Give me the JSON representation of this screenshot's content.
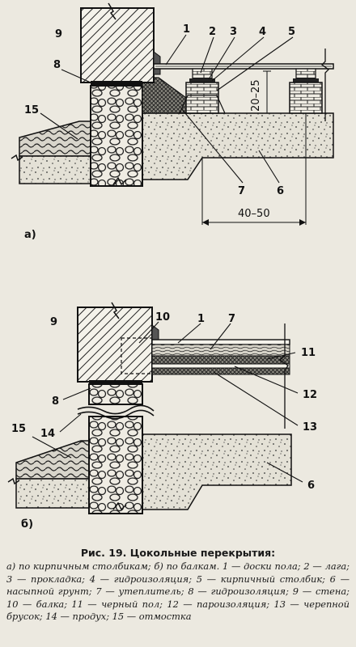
{
  "figure": {
    "panel_a": {
      "marker": "а)",
      "callouts": [
        "9",
        "1",
        "2",
        "3",
        "4",
        "5",
        "8",
        "15",
        "7",
        "6"
      ],
      "dim_height": "20–25",
      "dim_width": "40–50"
    },
    "panel_b": {
      "marker": "б)",
      "callouts": [
        "9",
        "10",
        "1",
        "7",
        "11",
        "12",
        "8",
        "14",
        "13",
        "15",
        "6"
      ]
    }
  },
  "caption": {
    "title": "Рис. 19. Цокольные перекрытия:",
    "body": "а) по кирпичным столбикам; б) по балкам. 1 — доски пола; 2 — лага; 3 — прокладка; 4 — гидроизоляция; 5 — кирпичный столбик; 6 — насыпной грунт; 7 — утеплитель; 8 — гидроизоляция; 9 — стена; 10 — балка; 11 — черный пол; 12 — пароизоляция; 13 — черепной брусок; 14 — продух; 15 — отмостка"
  }
}
